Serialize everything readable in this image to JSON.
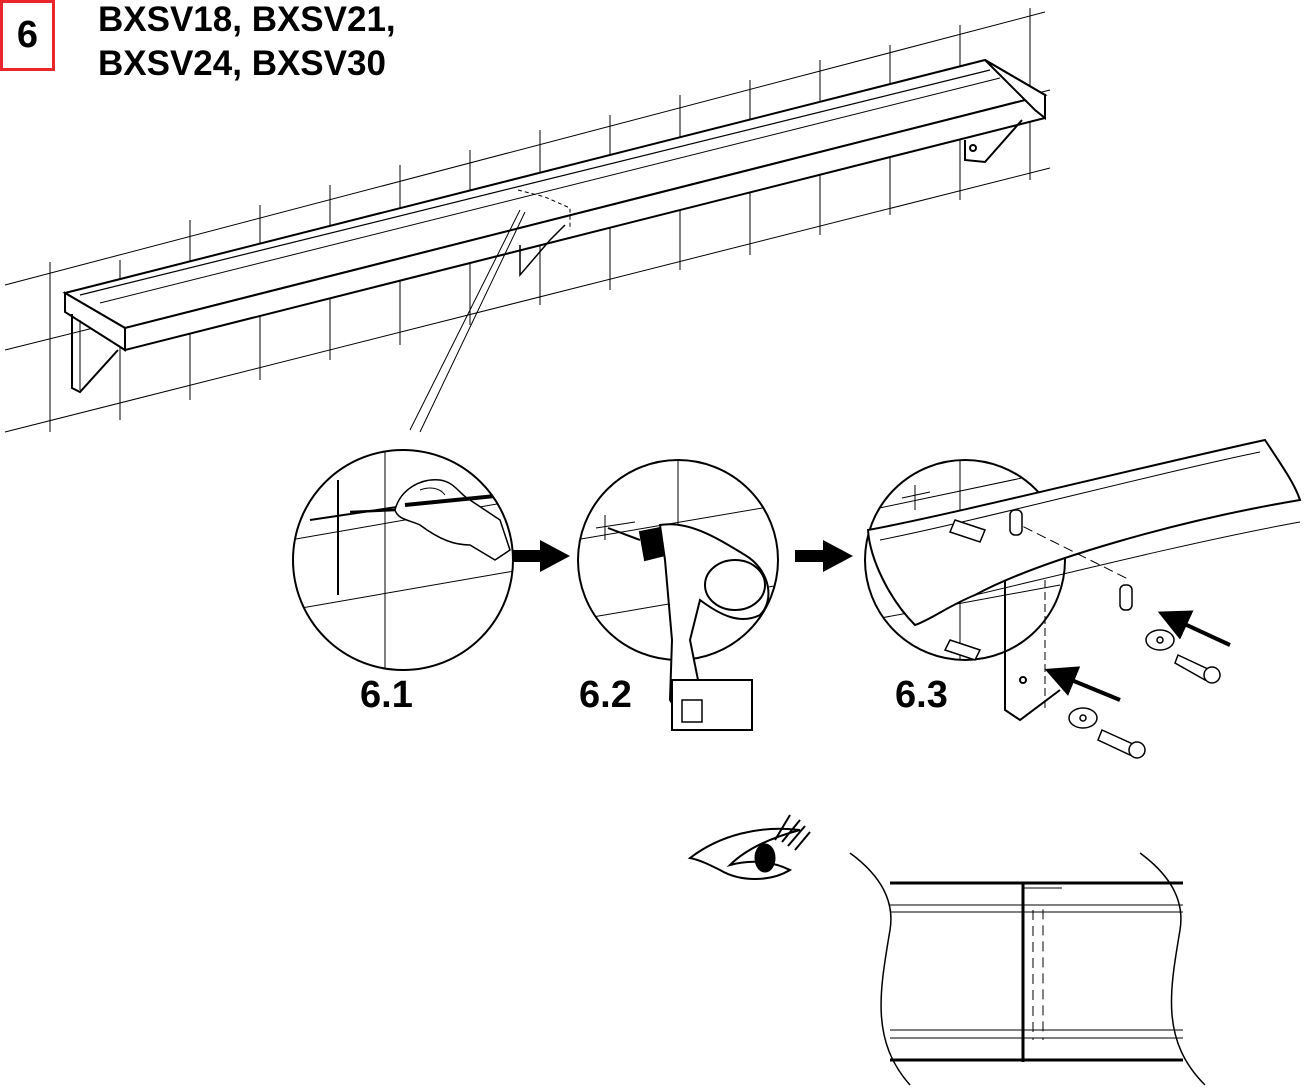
{
  "step": {
    "number": "6",
    "accent_color": "#e8262b"
  },
  "title": {
    "line1": "BXSV18, BXSV21,",
    "line2": "BXSV24, BXSV30"
  },
  "sub_steps": [
    {
      "label": "6.1",
      "icon": "pencil-marking-icon"
    },
    {
      "label": "6.2",
      "icon": "drill-icon"
    },
    {
      "label": "6.3",
      "icon": "screw-fixing-icon"
    }
  ],
  "inspection": {
    "icon": "eye-icon"
  }
}
